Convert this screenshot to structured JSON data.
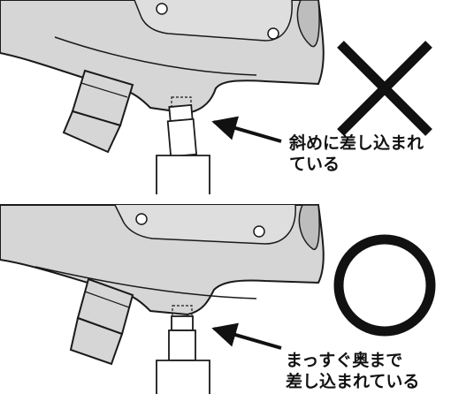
{
  "panels": [
    {
      "id": "incorrect",
      "symbol": "cross-mark",
      "caption_line1": "斜めに差し込まれ",
      "caption_line2": "ている"
    },
    {
      "id": "correct",
      "symbol": "circle-mark",
      "caption_line1": "まっすぐ奥まで",
      "caption_line2": "差し込まれている"
    }
  ],
  "colors": {
    "device_fill": "#d6d6d6",
    "device_edge": "#1a1a1a",
    "device_shade": "#b9b9b9",
    "mark": "#111111",
    "background": "#ffffff"
  }
}
